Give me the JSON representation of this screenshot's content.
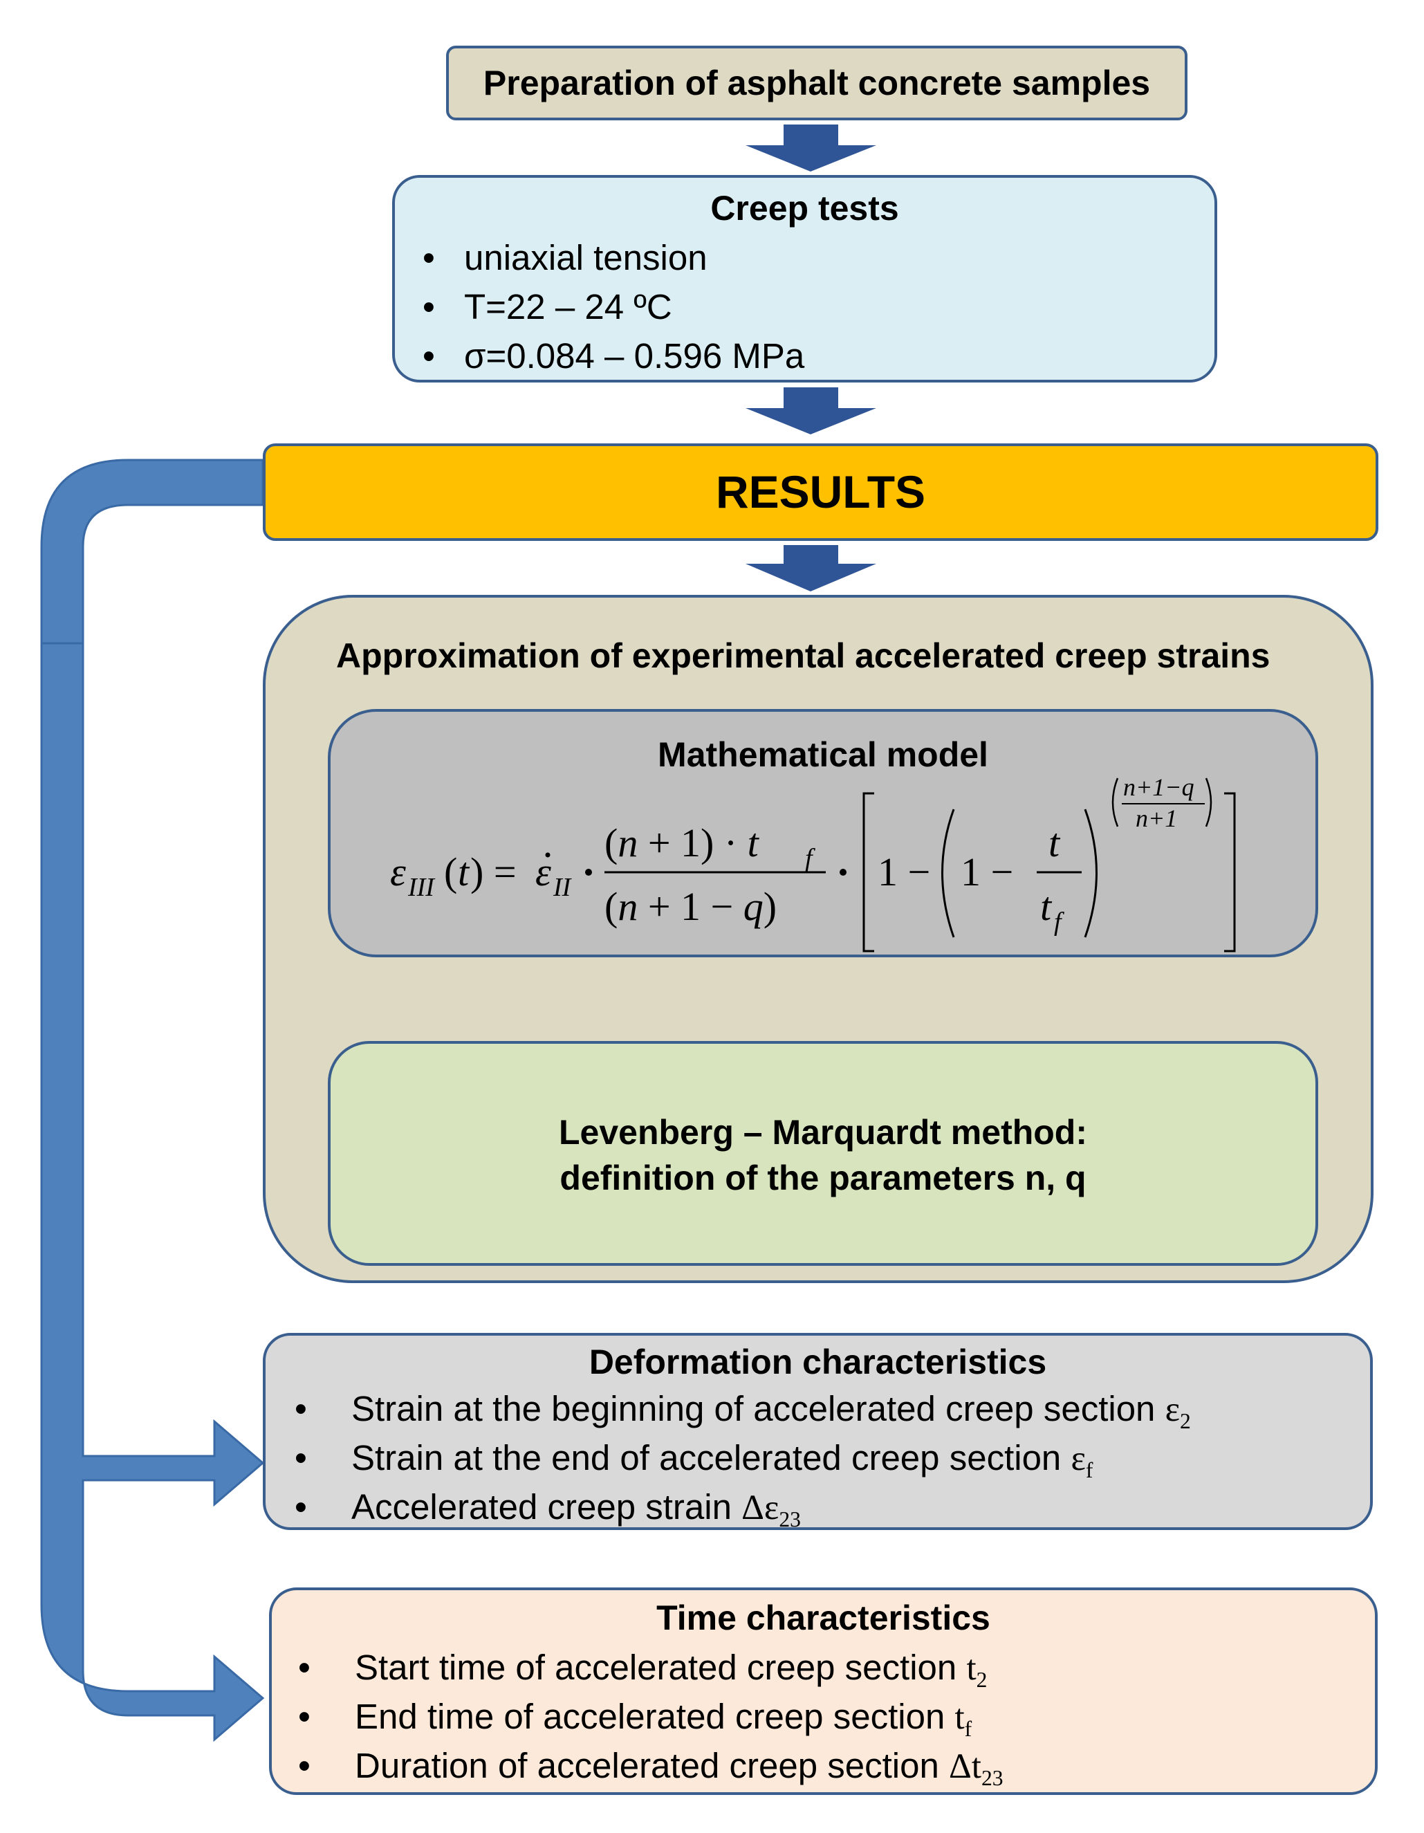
{
  "prep": {
    "title": "Preparation of asphalt concrete samples"
  },
  "creep": {
    "title": "Creep tests",
    "items": [
      "uniaxial tension",
      "T=22 – 24 ºC",
      "σ=0.084 – 0.596 MPa"
    ]
  },
  "results": {
    "title": "RESULTS"
  },
  "approx": {
    "title": "Approximation of experimental accelerated creep strains",
    "model": {
      "title": "Mathematical model",
      "formula": "ε_III(t) = ε̇_II · (n + 1)·t_f / (n + 1 − q) · [1 − (1 − t/t_f)^((n+1−q)/(n+1))]"
    },
    "lm": {
      "line1": "Levenberg – Marquardt method:",
      "line2": "definition of the parameters n, q"
    }
  },
  "deform": {
    "title": "Deformation characteristics",
    "items": [
      {
        "text": "Strain at the beginning of accelerated creep section ",
        "sym": "ε",
        "sub": "2"
      },
      {
        "text": "Strain at the end of accelerated creep section ",
        "sym": "ε",
        "sub": "f"
      },
      {
        "text": "Accelerated creep strain ",
        "sym": "Δε",
        "sub": "23"
      }
    ]
  },
  "time": {
    "title": "Time characteristics",
    "items": [
      {
        "text": "Start time of accelerated creep section ",
        "sym": "t",
        "sub": "2"
      },
      {
        "text": "End time of accelerated creep section ",
        "sym": "t",
        "sub": "f"
      },
      {
        "text": "Duration of accelerated creep section ",
        "sym": "Δt",
        "sub": "23"
      }
    ]
  },
  "colors": {
    "arrow": "#2f5597",
    "side_arrow": "#4f81bd",
    "prep_fill": "#ddd9c3",
    "creep_fill": "#dbeef4",
    "results_fill": "#ffc000",
    "approx_fill": "#ddd9c3",
    "model_fill": "#bfbfbf",
    "lm_fill": "#d7e4bd",
    "deform_fill": "#d9d9d9",
    "time_fill": "#fde9d9"
  }
}
